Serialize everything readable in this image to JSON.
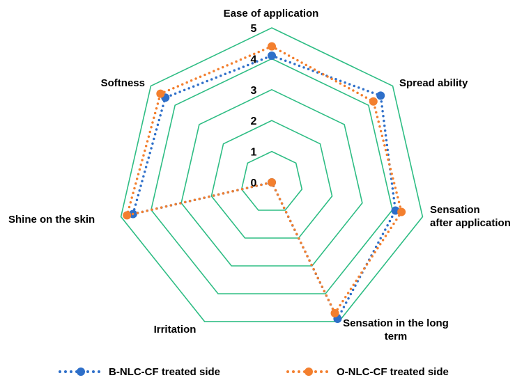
{
  "chart_data": {
    "type": "radar",
    "axes": [
      "Ease of application",
      "Spread ability",
      "Sensation after application",
      "Sensation in the long term",
      "Irritation",
      "Shine on the skin",
      "Softness"
    ],
    "range": [
      0,
      5
    ],
    "ticks": [
      0,
      1,
      2,
      3,
      4,
      5
    ],
    "grid_color": "#2ebd84",
    "series": [
      {
        "name": "B-NLC-CF treated side",
        "color": "#2e6fc9",
        "values": [
          4.1,
          4.5,
          4.1,
          4.9,
          0,
          4.6,
          4.4
        ]
      },
      {
        "name": "O-NLC-CF treated side",
        "color": "#f37f2e",
        "values": [
          4.4,
          4.2,
          4.3,
          4.7,
          0,
          4.8,
          4.6
        ]
      }
    ],
    "legend_position": "bottom"
  }
}
